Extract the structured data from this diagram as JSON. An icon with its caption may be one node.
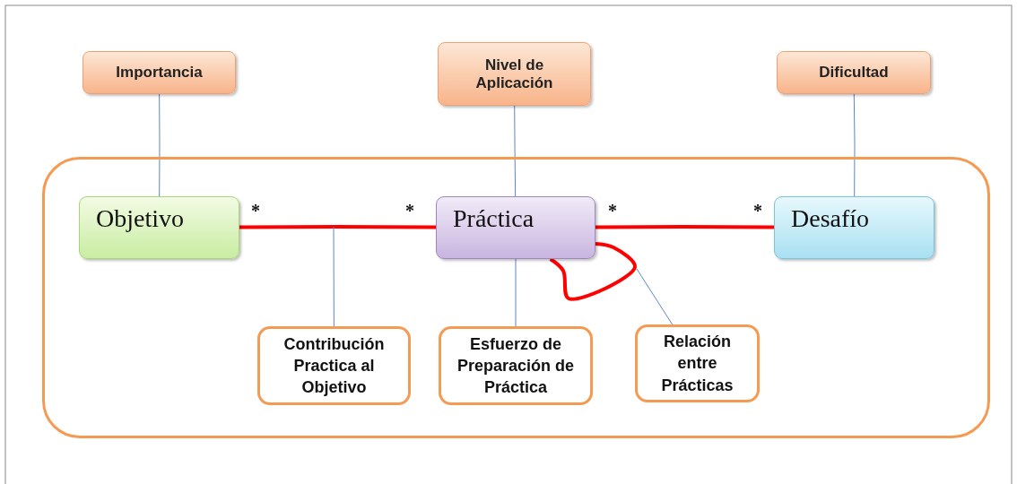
{
  "diagram": {
    "nodes": [
      {
        "text": [
          "Importancia"
        ]
      },
      {
        "text": [
          "Nivel de Aplicación"
        ]
      },
      {
        "text": [
          "Dificultad"
        ]
      },
      {
        "text": [],
        "shape": "box"
      },
      {
        "text": [
          "Objetivo"
        ],
        "in": 3
      },
      {
        "text": [
          "Práctica"
        ],
        "in": 3
      },
      {
        "text": [
          "Desafío"
        ],
        "in": 3
      },
      {
        "text": [
          "Contribución Practica al Objetivo"
        ],
        "in": 3
      },
      {
        "text": [
          "Esfuerzo de Preparación de Práctica"
        ],
        "in": 3
      },
      {
        "text": [
          "Relación entre Prácticas"
        ],
        "in": 3
      }
    ],
    "edges": [
      {
        "from": 0,
        "to": 4,
        "arrow": "none"
      },
      {
        "from": 1,
        "to": 5,
        "arrow": "none"
      },
      {
        "from": 2,
        "to": 6,
        "arrow": "none"
      },
      {
        "from": 4,
        "to": 5,
        "arrow": "none",
        "style": "thick",
        "color": "#ff0000"
      },
      {
        "from": 5,
        "to": 6,
        "arrow": "none",
        "style": "thick",
        "color": "#ff0000"
      },
      {
        "from": 5,
        "to": 5,
        "arrow": "none",
        "style": "thick",
        "color": "#ff0000"
      },
      {
        "from": 7,
        "to": null,
        "arrow": "none"
      },
      {
        "from": 8,
        "to": 5,
        "arrow": "none"
      },
      {
        "from": 9,
        "to": null,
        "arrow": "none"
      }
    ],
    "labels": [
      "*",
      "*",
      "*",
      "*"
    ]
  }
}
